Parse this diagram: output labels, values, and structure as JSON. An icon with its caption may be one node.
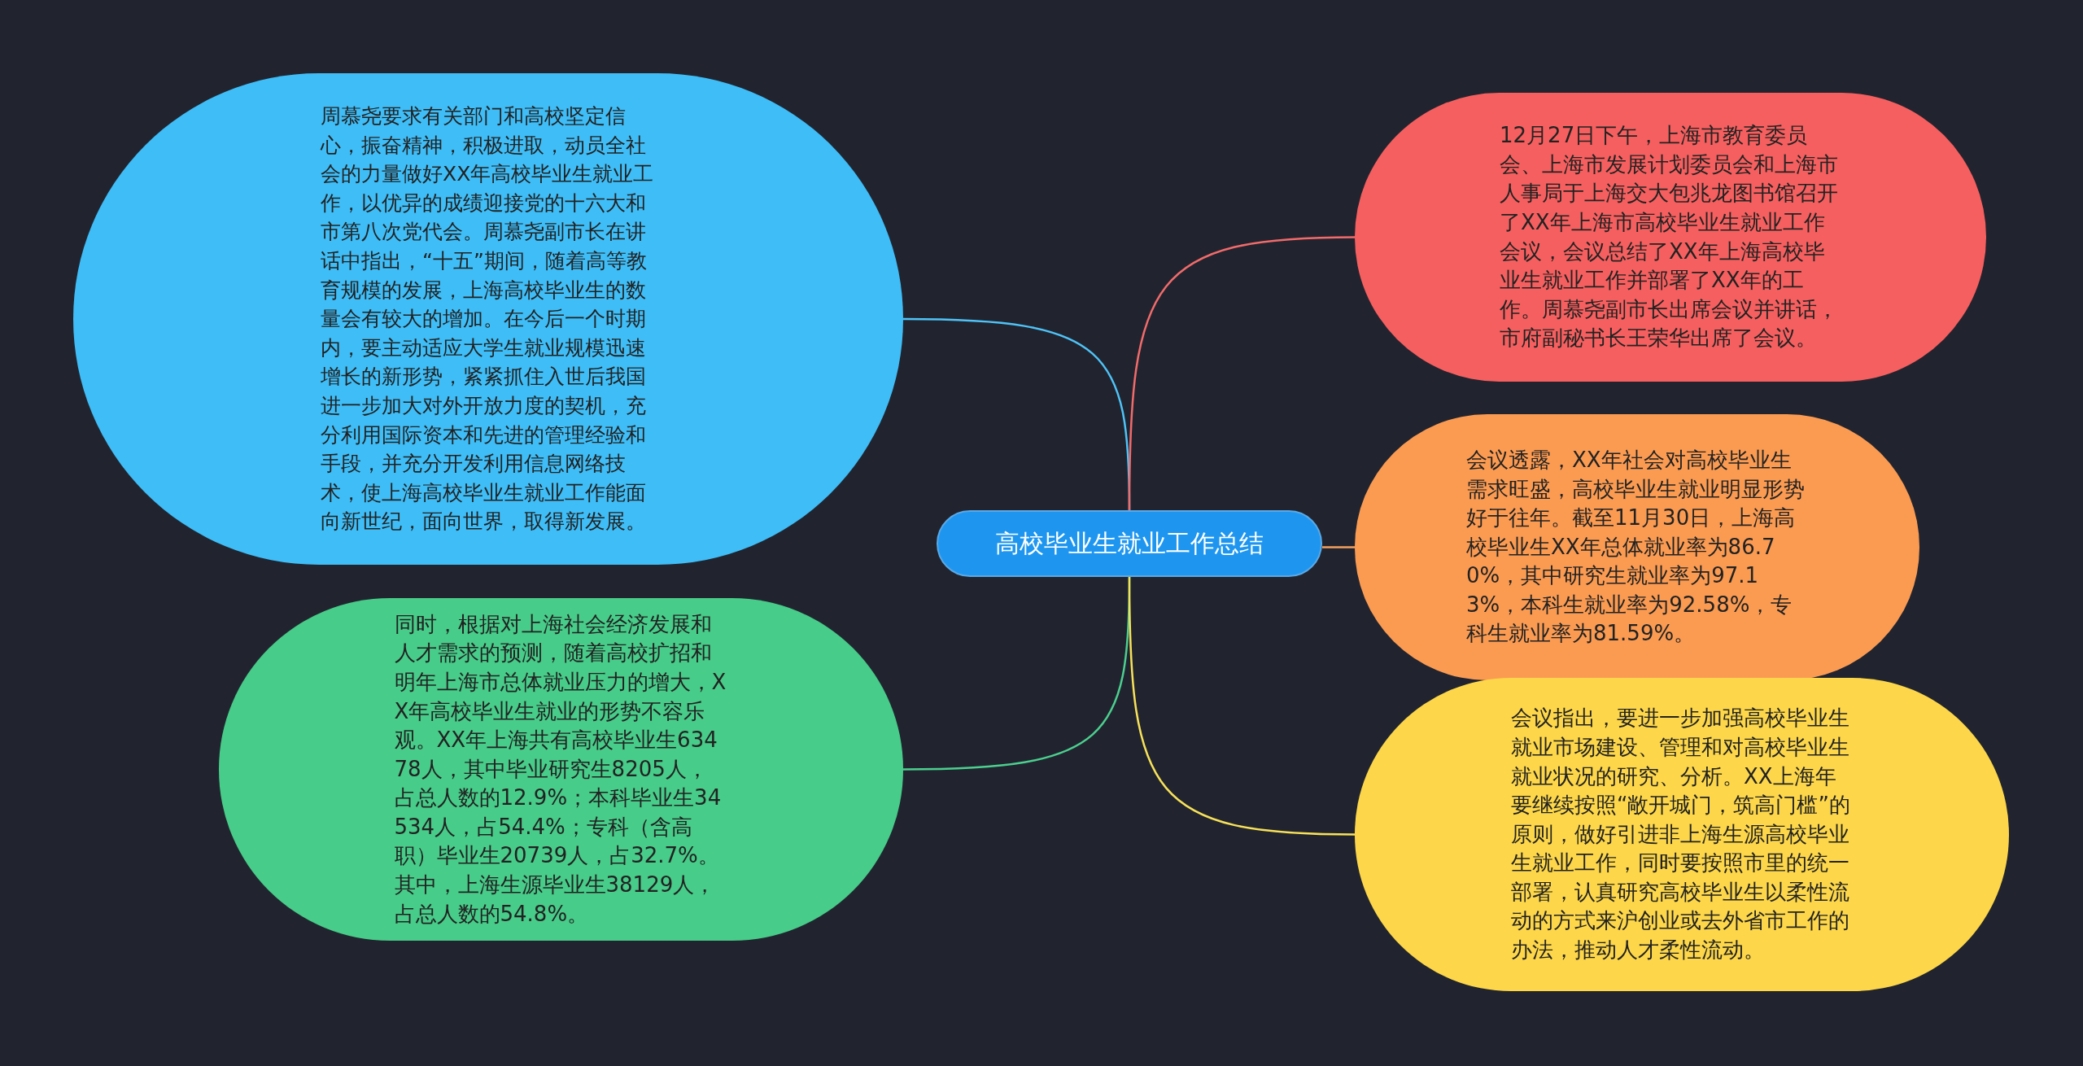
{
  "diagram": {
    "nodes": [
      {
        "text": [
          "高校毕业生就业工作总结"
        ]
      },
      {
        "text": [
          "周慕尧要求有关部门和高校坚定信心，振奋精神，积极进取，动员全社会的力量做好XX年高校毕业生就业工作，以优异的成绩迎接党的十六大和市第八次党代会。周慕尧副市长在讲话中指出，“十五”期间，随着高等教育规模的发展，上海高校毕业生的数量会有较大的增加。在今后一个时期内，要主动适应大学生就业规模迅速增长的新形势，紧紧抓住入世后我国进一步加大对外开放力度的契机，充分利用国际资本和先进的管理经验和手段，并充分开发利用信息网络技术，使上海高校毕业生就业工作能面向新世纪，面向世界，取得新发展。"
        ]
      },
      {
        "text": [
          "同时，根据对上海社会经济发展和人才需求的预测，随着高校扩招和明年上海市总体就业压力的增大，XX年高校毕业生就业的形势不容乐观。XX年上海共有高校毕业生63478人，其中毕业研究生8205人，占总人数的12.9%；本科毕业生34534人，占54.4%；专科（含高职）毕业生20739人，占32.7%。其中，上海生源毕业生38129人，占总人数的54.8%。"
        ]
      },
      {
        "text": [
          "12月27日下午，上海市教育委员会、上海市发展计划委员会和上海市人事局于上海交大包兆龙图书馆召开了XX年上海市高校毕业生就业工作会议，会议总结了XX年上海高校毕业生就业工作并部署了XX年的工作。周慕尧副市长出席会议并讲话，市府副秘书长王荣华出席了会议。"
        ]
      },
      {
        "text": [
          "会议透露，XX年社会对高校毕业生需求旺盛，高校毕业生就业明显形势好于往年。截至11月30日，上海高校毕业生XX年总体就业率为86.70%，其中研究生就业率为97.13%，本科生就业率为92.58%，专科生就业率为81.59%。"
        ]
      },
      {
        "text": [
          "会议指出，要进一步加强高校毕业生就业市场建设、管理和对高校毕业生就业状况的研究、分析。XX上海年要继续按照“敞开城门，筑高门槛”的原则，做好引进非上海生源高校毕业生就业工作，同时要按照市里的统一部署，认真研究高校毕业生以柔性流动的方式来沪创业或去外省市工作的办法，推动人才柔性流动。"
        ]
      }
    ],
    "edges": [
      {
        "from": 0,
        "to": 1,
        "arrow": "none",
        "color": "#4fc3f7"
      },
      {
        "from": 0,
        "to": 2,
        "arrow": "none",
        "color": "#4ccf8f"
      },
      {
        "from": 0,
        "to": 3,
        "arrow": "none",
        "color": "#f26b6b"
      },
      {
        "from": 0,
        "to": 4,
        "arrow": "none",
        "color": "#f5a05f"
      },
      {
        "from": 0,
        "to": 5,
        "arrow": "none",
        "color": "#f7e15a"
      }
    ]
  }
}
